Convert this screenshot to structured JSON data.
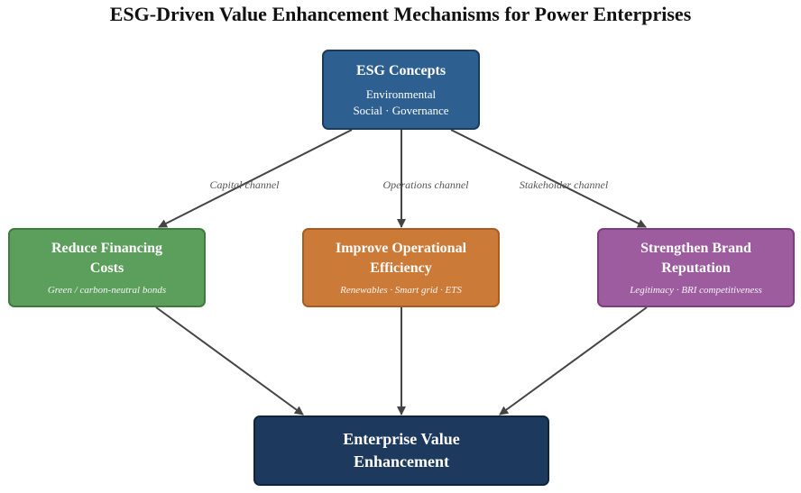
{
  "diagram": {
    "title": "ESG-Driven Value Enhancement Mechanisms for Power Enterprises",
    "nodes": {
      "esg": {
        "title": "ESG Concepts",
        "line1": "Environmental",
        "line2": "Social · Governance"
      },
      "finance": {
        "title_line1": "Reduce Financing",
        "title_line2": "Costs",
        "note": "Green / carbon-neutral bonds"
      },
      "ops": {
        "title_line1": "Improve Operational",
        "title_line2": "Efficiency",
        "note": "Renewables · Smart grid · ETS"
      },
      "brand": {
        "title_line1": "Strengthen Brand",
        "title_line2": "Reputation",
        "note": "Legitimacy · BRI competitiveness"
      },
      "value": {
        "title_line1": "Enterprise Value",
        "title_line2": "Enhancement"
      }
    },
    "edge_labels": {
      "capital": "Capital channel",
      "operations": "Operations channel",
      "stakeholder": "Stakeholder channel"
    },
    "colors": {
      "esg": "#2d5f91",
      "finance": "#5c9e5c",
      "ops": "#cc7a38",
      "brand": "#9c5c9e",
      "value": "#1d3a5e",
      "arrow": "#444444"
    }
  }
}
